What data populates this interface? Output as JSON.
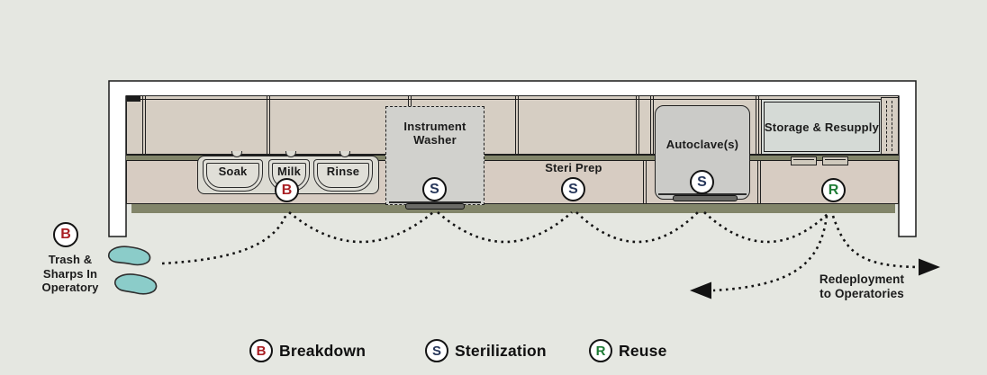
{
  "colors": {
    "background": "#e5e7e1",
    "cabinet": "#d6cec3",
    "counter": "#d7ccc2",
    "olive_strip": "#82856a",
    "breakdown_red": "#a91e23",
    "sterilization_navy": "#26365a",
    "reuse_green": "#1f7c36",
    "footprint_teal": "#8bccc9"
  },
  "stations": {
    "sinks": [
      "Soak",
      "Milk",
      "Rinse"
    ],
    "washer_line1": "Instrument",
    "washer_line2": "Washer",
    "steri_prep": "Steri Prep",
    "autoclave": "Autoclave(s)",
    "storage": "Storage & Resupply"
  },
  "badges": {
    "breakdown": "B",
    "sterilization": "S",
    "reuse": "R"
  },
  "notes": {
    "trash_line1": "Trash &",
    "trash_line2": "Sharps In",
    "trash_line3": "Operatory",
    "redeploy_line1": "Redeployment",
    "redeploy_line2": "to Operatories"
  },
  "legend": {
    "items": [
      {
        "letter": "B",
        "label": "Breakdown",
        "color": "#a91e23"
      },
      {
        "letter": "S",
        "label": "Sterilization",
        "color": "#26365a"
      },
      {
        "letter": "R",
        "label": "Reuse",
        "color": "#1f7c36"
      }
    ]
  }
}
